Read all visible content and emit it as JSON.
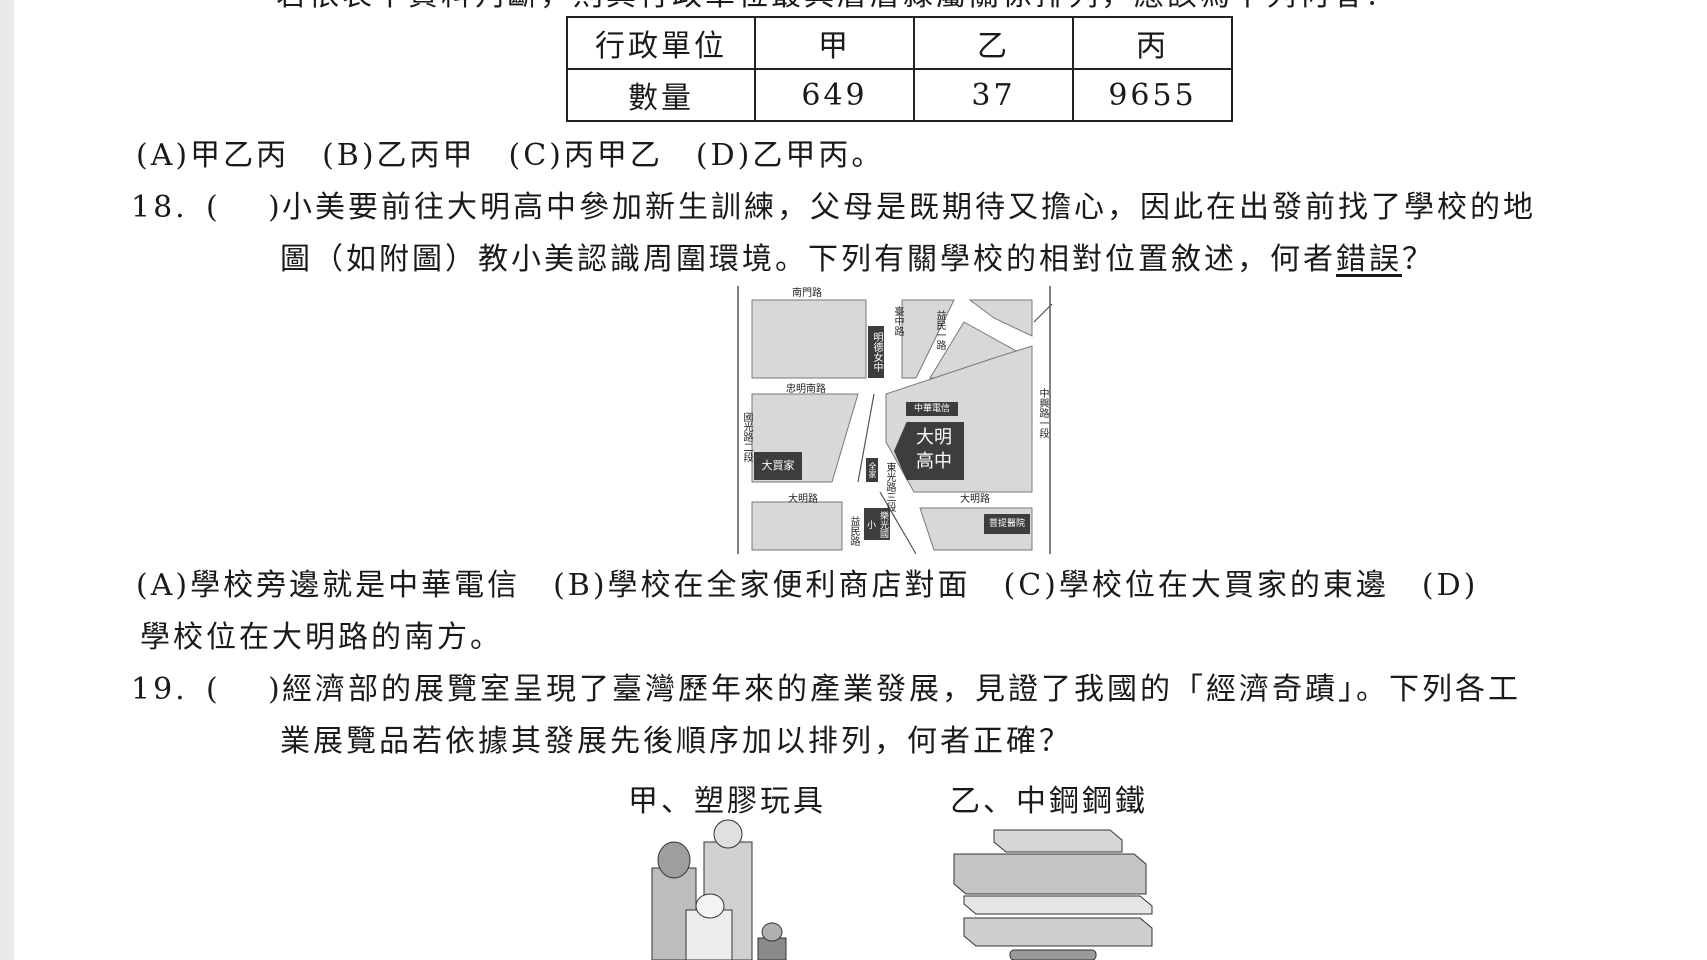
{
  "top_cut_text": "若依表中資料判斷，則其行政單位最具層層隸屬關係排列，應該為下列何者？",
  "q17": {
    "table": {
      "header": [
        "行政單位",
        "甲",
        "乙",
        "丙"
      ],
      "row": [
        "數量",
        "649",
        "37",
        "9655"
      ]
    },
    "options": "(A)甲乙丙　(B)乙丙甲　(C)丙甲乙　(D)乙甲丙。"
  },
  "q18": {
    "number": "18.",
    "paren": "(",
    "paren_close": ")",
    "line1": "小美要前往大明高中參加新生訓練，父母是既期待又擔心，因此在出發前找了學校的地",
    "line2_pre": "圖（如附圖）教小美認識周圍環境。下列有關學校的相對位置敘述，何者",
    "line2_underline": "錯誤",
    "line2_post": "？",
    "options_line1": "(A)學校旁邊就是中華電信　(B)學校在全家便利商店對面　(C)學校位在大買家的東邊　(D)",
    "options_line2": "學校位在大明路的南方。",
    "map": {
      "roads": {
        "nanmen": "南門路",
        "zhongming_south": "忠明南路",
        "taizhong": "臺中路",
        "yimin_top": "益民一路",
        "zhongxing": "中興路一段",
        "guoguang": "國光路二段",
        "daming_left": "大明路",
        "daming_right": "大明路",
        "yimin_bottom": "益民路",
        "dongguang": "東光路三段"
      },
      "places": {
        "mingde": "明德女中",
        "chunghwa": "中華電信",
        "school_line1": "大明",
        "school_line2": "高中",
        "dmaijia": "大買家",
        "family": "全家",
        "leguang": "樂光國小",
        "puti": "菩提醫院"
      }
    }
  },
  "q19": {
    "number": "19.",
    "paren": "(",
    "paren_close": ")",
    "line1": "經濟部的展覽室呈現了臺灣歷年來的產業發展，見證了我國的「經濟奇蹟」。下列各工",
    "line2": "業展覽品若依據其發展先後順序加以排列，何者正確？",
    "label_jia": "甲、塑膠玩具",
    "label_yi": "乙、中鋼鋼鐵"
  }
}
